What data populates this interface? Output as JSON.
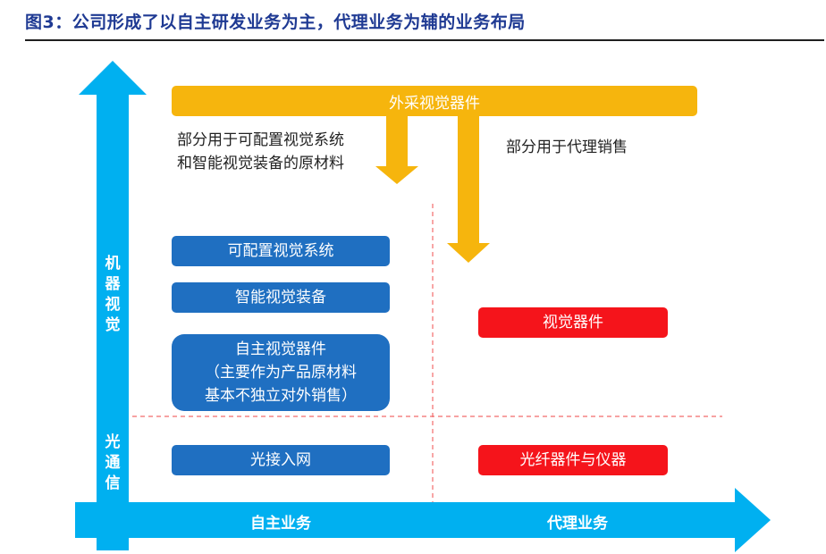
{
  "title": "图3：公司形成了以自主研发业务为主，代理业务为辅的业务布局",
  "supply": {
    "label": "外采视觉器件",
    "note_left_line1": "部分用于可配置视觉系统",
    "note_left_line2": "和智能视觉装备的原材料",
    "note_right": "部分用于代理销售"
  },
  "axes": {
    "x_left": "自主业务",
    "x_right": "代理业务",
    "y_top": "机器视觉",
    "y_bottom": "光通信"
  },
  "boxes": {
    "configurable_vision": "可配置视觉系统",
    "intelligent_equipment": "智能视觉装备",
    "own_devices_line1": "自主视觉器件",
    "own_devices_line2": "（主要作为产品原材料",
    "own_devices_line3": "基本不独立对外销售）",
    "optical_access": "光接入网",
    "agency_vision": "视觉器件",
    "agency_fiber": "光纤器件与仪器"
  },
  "colors": {
    "axis": "#00b0f0",
    "own_box": "#1f6fc1",
    "agency_box": "#f5141b",
    "supply": "#f6b50d",
    "title": "#1f3a93",
    "divider": "#f26b6b"
  }
}
